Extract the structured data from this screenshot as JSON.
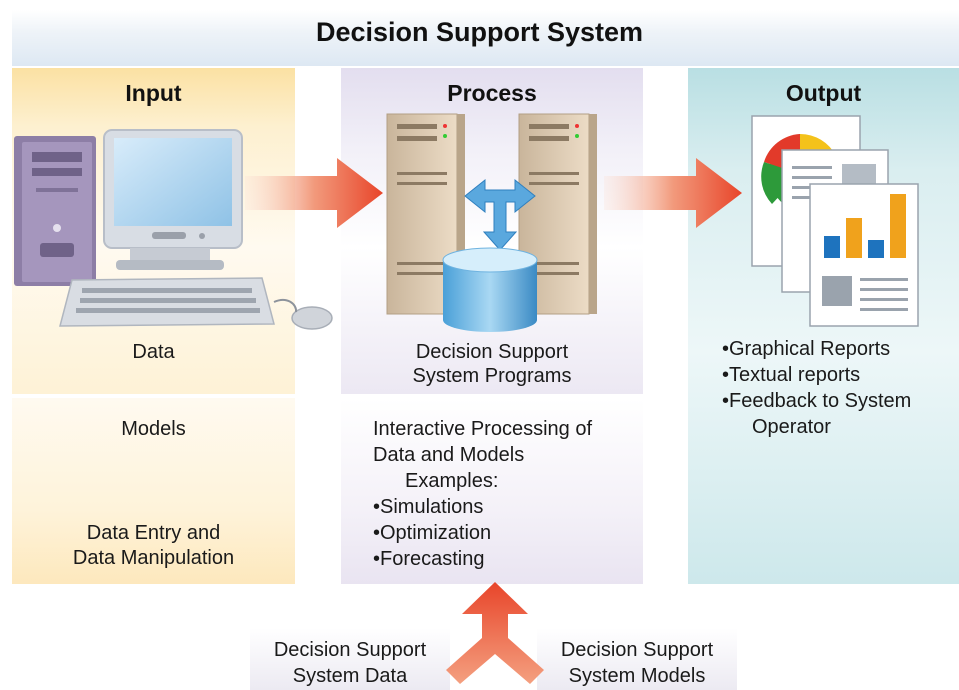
{
  "title": "Decision Support System",
  "input": {
    "heading": "Input",
    "items": [
      "Data",
      "Models",
      "Data Entry and",
      "Data Manipulation"
    ]
  },
  "process": {
    "heading": "Process",
    "programs": [
      "Decision Support",
      "System Programs"
    ],
    "interactive": [
      "Interactive Processing of",
      "Data and Models"
    ],
    "examples_label": "Examples:",
    "examples": [
      "•Simulations",
      "•Optimization",
      "•Forecasting"
    ]
  },
  "output": {
    "heading": "Output",
    "items": [
      "•Graphical Reports",
      "•Textual reports",
      "•Feedback to System",
      "Operator"
    ]
  },
  "sources": {
    "data": [
      "Decision Support",
      "System Data"
    ],
    "models": [
      "Decision Support",
      "System Models"
    ]
  },
  "colors": {
    "arrow": "#e8452a",
    "input_bg": "#fbe1a3",
    "process_bg": "#e3deef",
    "output_bg": "#b9dfe3",
    "chart_blue": "#1e73be",
    "chart_orange": "#f0a21c",
    "pie_red": "#e23a2a",
    "pie_yellow": "#f4c21a",
    "pie_green": "#2d9a3a"
  }
}
